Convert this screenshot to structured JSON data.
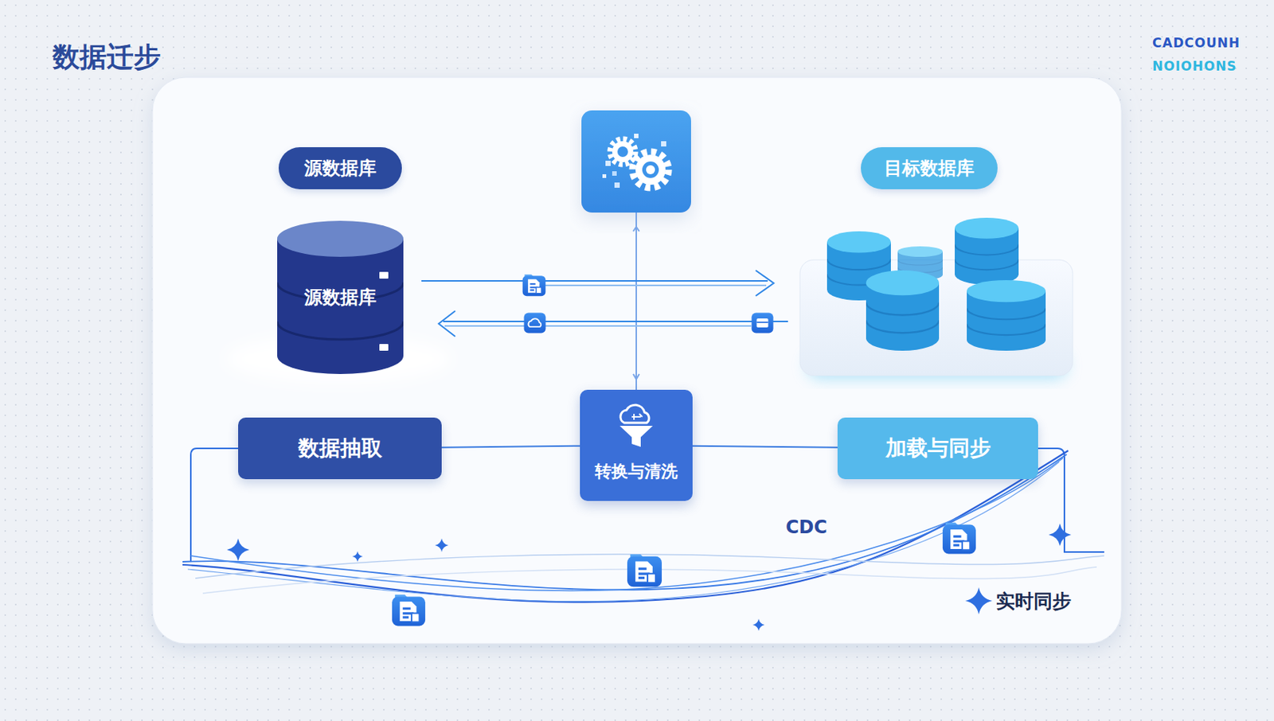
{
  "diagram": {
    "title": "数据迁步",
    "nodes": [
      {
        "text": [
          "源数据库"
        ]
      },
      {
        "text": [
          "目标数据库"
        ]
      },
      {
        "text": [
          "源数据库"
        ]
      },
      {
        "text": [
          "数据抽取"
        ]
      },
      {
        "text": [
          "转换与清洗"
        ]
      },
      {
        "text": [
          "加载与同步"
        ]
      }
    ],
    "edges": [
      {
        "from": 3,
        "to": 4,
        "arrow": "none"
      },
      {
        "from": 4,
        "to": 5,
        "arrow": "none"
      }
    ],
    "labels": [
      "CADCOUNH",
      "NOIOHONS",
      "CDC",
      "实时同步"
    ]
  }
}
